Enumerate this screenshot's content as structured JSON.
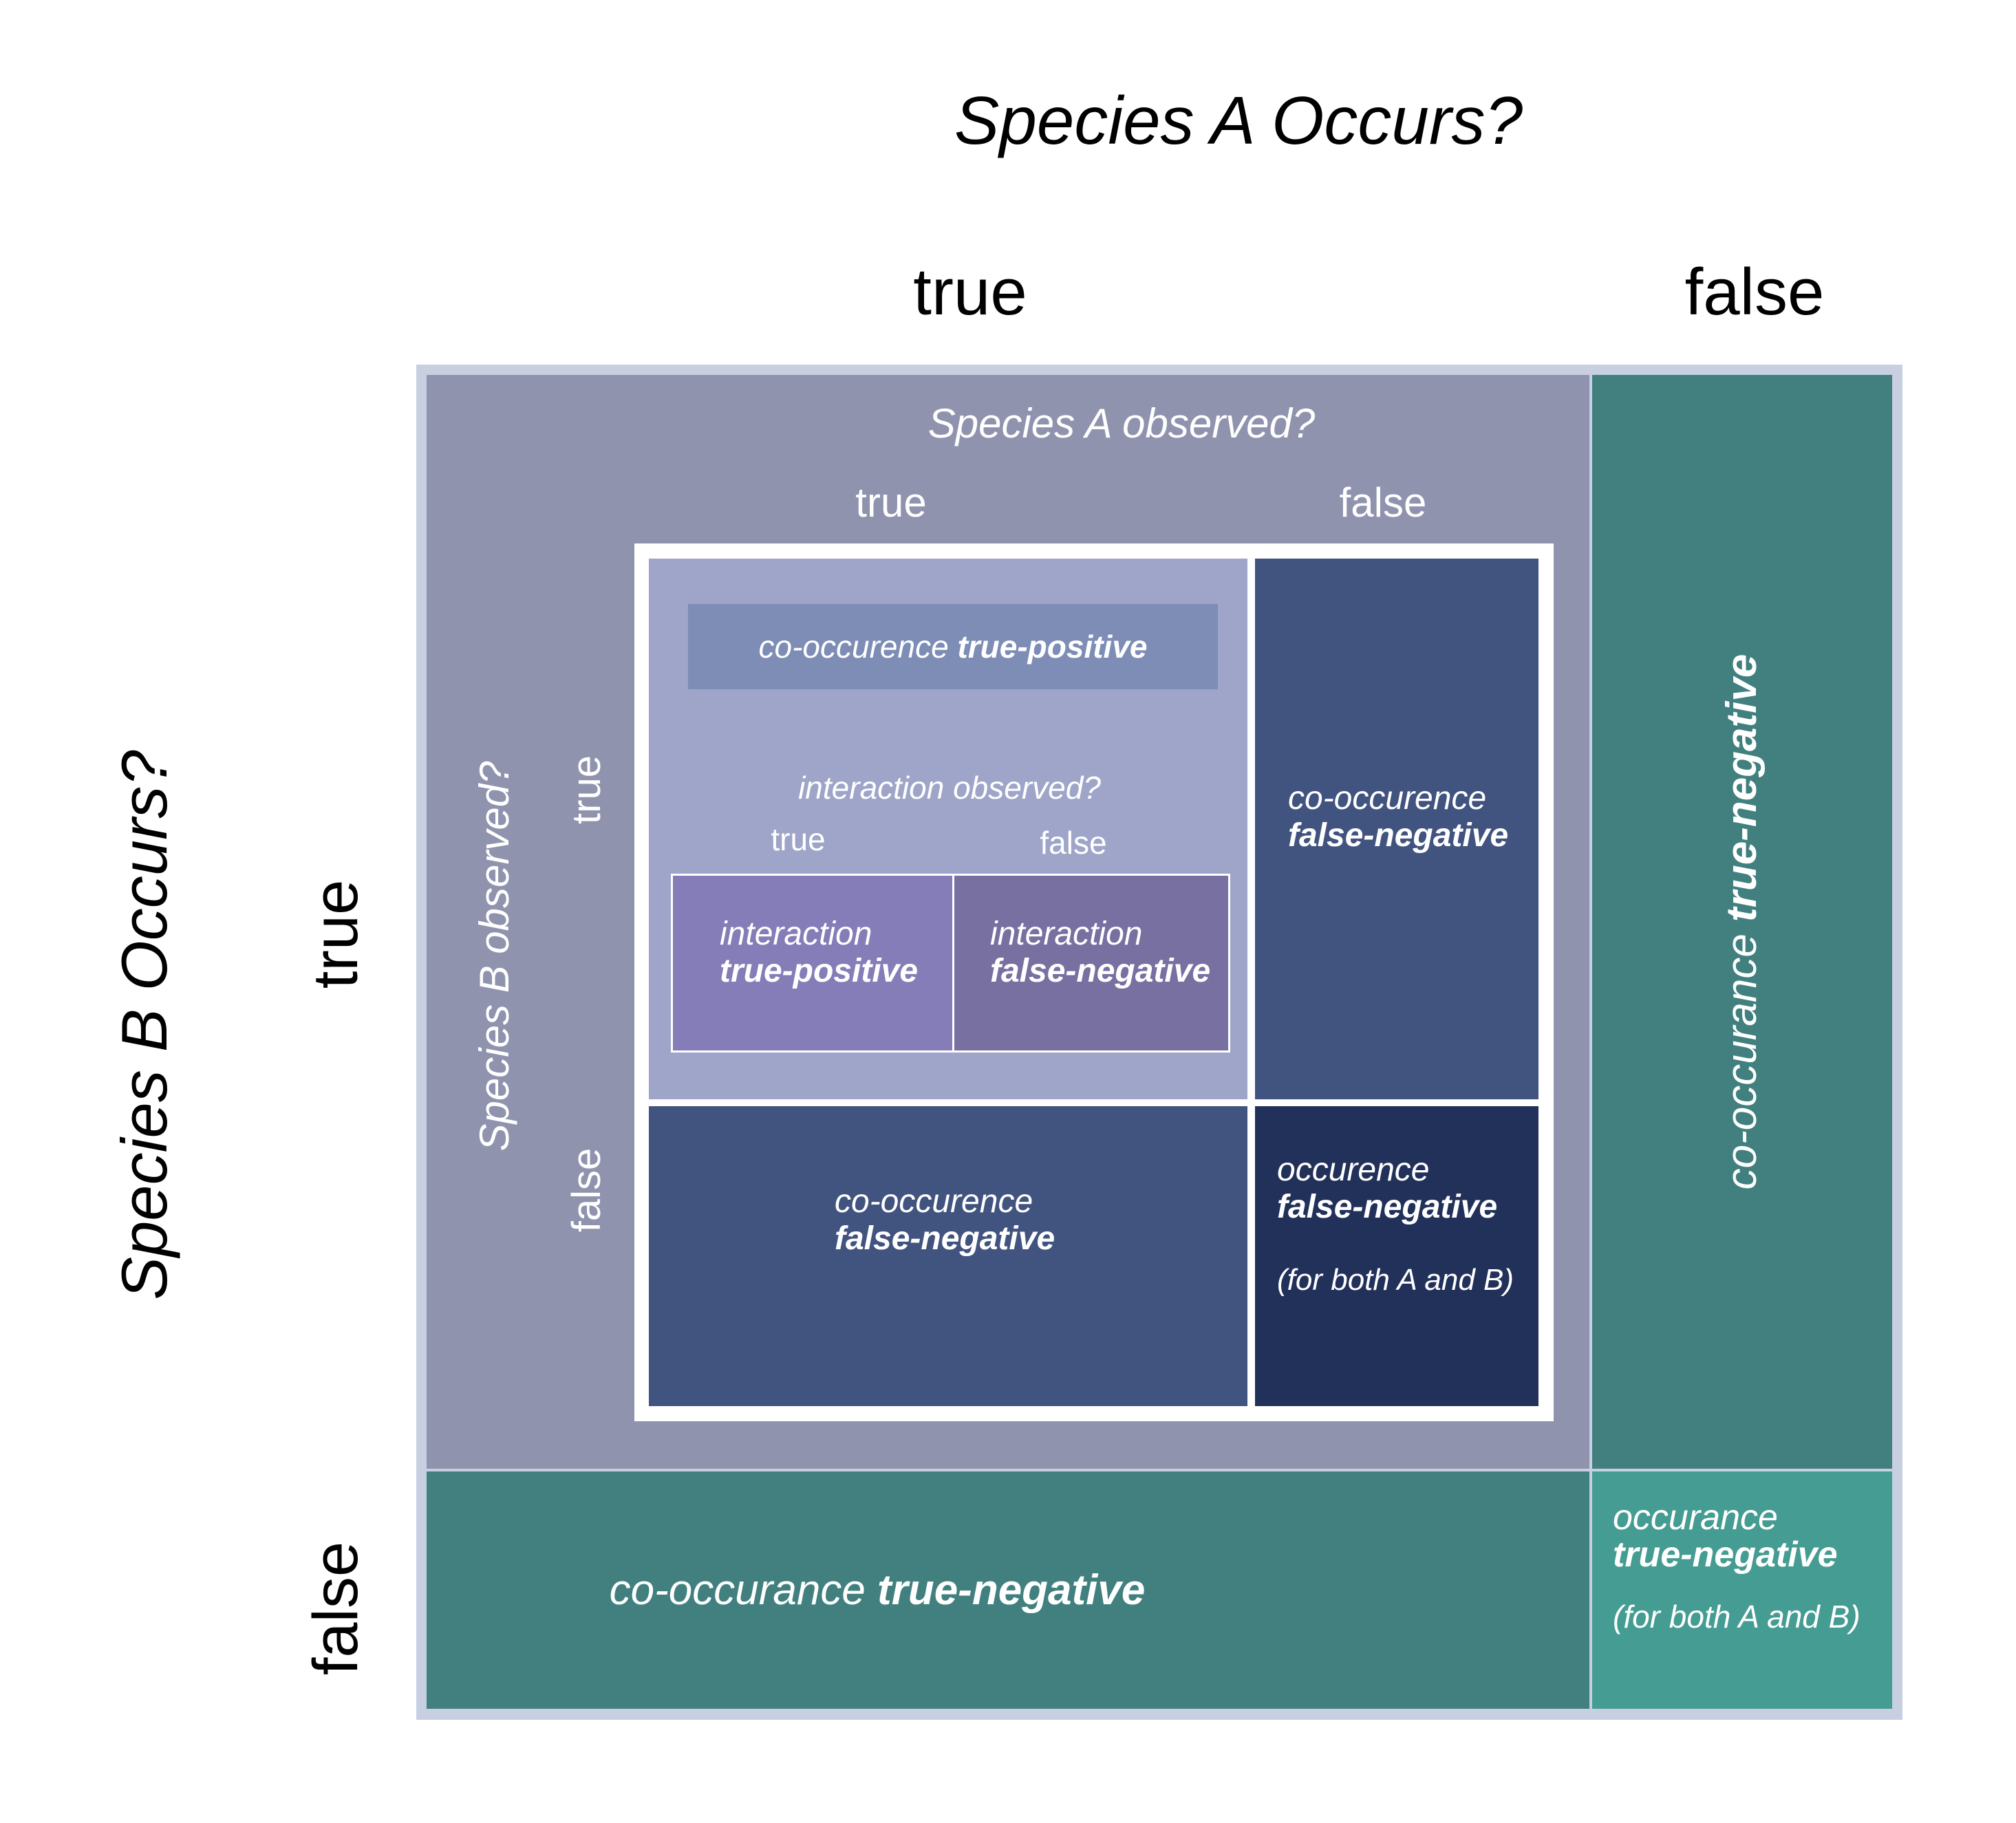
{
  "colors": {
    "occurs_block": "#8f93ae",
    "observed_true_block": "#9ea5c8",
    "false_negative_block": "#41537f",
    "both_false_negative_block": "#22315a",
    "true_negative_block": "#41807f",
    "occurrence_true_negative_block": "#459c92",
    "co_tp_block": "#7d8db5",
    "interaction_tp_block": "#857db7",
    "interaction_fn_block": "#7770a1"
  },
  "species_a": {
    "title": "Species A Occurs?",
    "col_true": "true",
    "col_false": "false"
  },
  "species_b": {
    "title": "Species B Occurs?",
    "row_true": "true",
    "row_false": "false"
  },
  "observed_a": {
    "title": "Species A observed?",
    "true": "true",
    "false": "false"
  },
  "observed_b": {
    "title": "Species B observed?",
    "true": "true",
    "false": "false"
  },
  "interaction": {
    "title": "interaction observed?",
    "true": "true",
    "false": "false"
  },
  "cells": {
    "co_tp": {
      "prefix": "co-occurence",
      "bold": "true-positive"
    },
    "int_tp": {
      "line1": "interaction",
      "line2": "true-positive"
    },
    "int_fn": {
      "line1": "interaction",
      "line2": "false-negative"
    },
    "co_fn_right": {
      "line1": "co-occurence",
      "line2": "false-negative"
    },
    "co_fn_bottom": {
      "line1": "co-occurence",
      "line2": "false-negative"
    },
    "occ_fn": {
      "line1": "occurence",
      "line2": "false-negative",
      "line3": "(for both A and B)"
    },
    "co_tn_right": {
      "prefix": "co-occurance",
      "bold": "true-negative"
    },
    "co_tn_bottom": {
      "prefix": "co-occurance",
      "bold": "true-negative"
    },
    "occ_tn": {
      "line1": "occurance",
      "line2": "true-negative",
      "line3": "(for both A and B)"
    }
  }
}
